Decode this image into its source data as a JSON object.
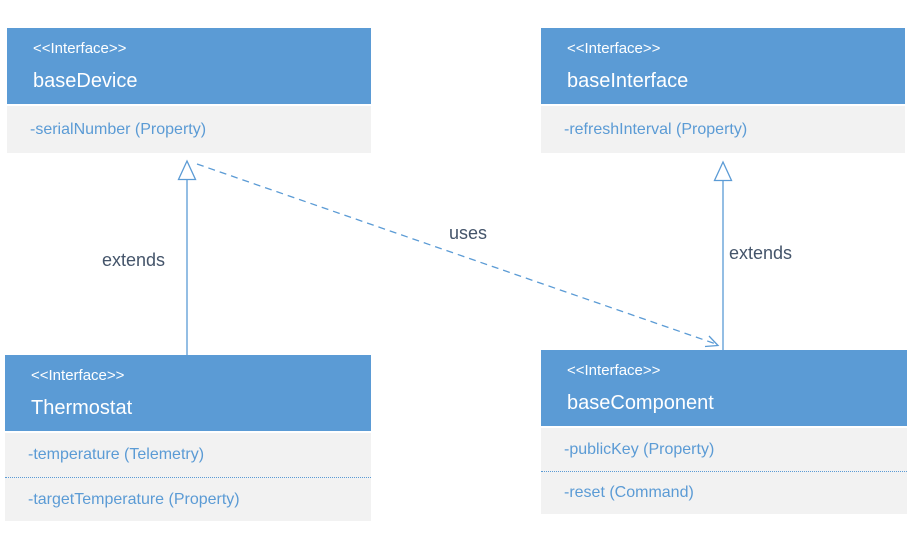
{
  "diagram": {
    "classes": [
      {
        "id": "baseDevice",
        "stereotype": "<<Interface>>",
        "name": "baseDevice",
        "members": [
          "-serialNumber (Property)"
        ]
      },
      {
        "id": "baseInterface",
        "stereotype": "<<Interface>>",
        "name": "baseInterface",
        "members": [
          "-refreshInterval (Property)"
        ]
      },
      {
        "id": "Thermostat",
        "stereotype": "<<Interface>>",
        "name": "Thermostat",
        "members": [
          "-temperature (Telemetry)",
          "-targetTemperature (Property)"
        ]
      },
      {
        "id": "baseComponent",
        "stereotype": "<<Interface>>",
        "name": "baseComponent",
        "members": [
          "-publicKey (Property)",
          "-reset (Command)"
        ]
      }
    ],
    "relationships": [
      {
        "label": "extends",
        "from": "Thermostat",
        "to": "baseDevice",
        "type": "inheritance",
        "line": "solid"
      },
      {
        "label": "extends",
        "from": "baseComponent",
        "to": "baseInterface",
        "type": "inheritance",
        "line": "solid"
      },
      {
        "label": "uses",
        "from": "baseDevice",
        "to": "baseComponent",
        "type": "dependency",
        "line": "dashed"
      }
    ],
    "colors": {
      "header_fill": "#5B9BD5",
      "header_text": "#FFFFFF",
      "member_fill": "#F2F2F2",
      "member_text": "#5B9BD5",
      "line": "#5B9BD5",
      "label_text": "#44546A",
      "background": "#FFFFFF"
    }
  }
}
